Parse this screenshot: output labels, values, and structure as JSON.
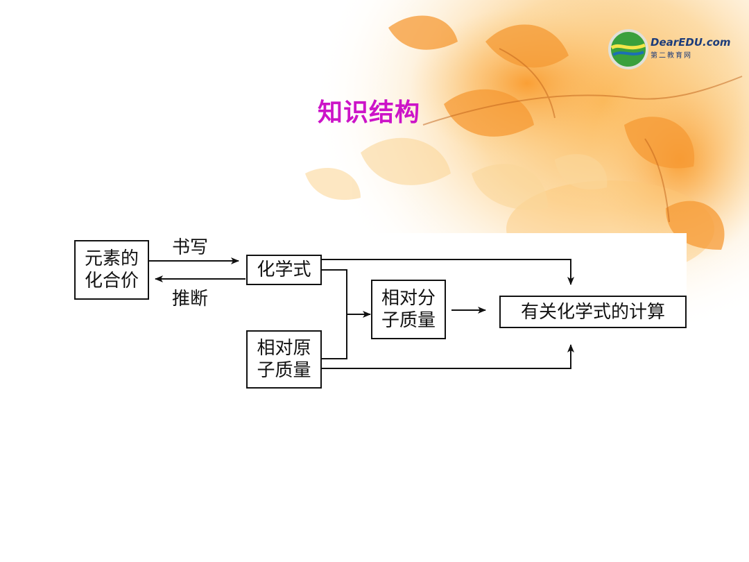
{
  "slide": {
    "title": "知识结构",
    "logo": {
      "brand": "DearEDU.com",
      "subtitle": "第二教育网"
    }
  },
  "diagram": {
    "nodes": {
      "valence": {
        "line1": "元素的",
        "line2": "化合价"
      },
      "formula": {
        "label": "化学式"
      },
      "atomic_mass": {
        "line1": "相对原",
        "line2": "子质量"
      },
      "molecular_mass": {
        "line1": "相对分",
        "line2": "子质量"
      },
      "calculation": {
        "label": "有关化学式的计算"
      }
    },
    "edges": {
      "write": "书写",
      "infer": "推断"
    }
  },
  "colors": {
    "title": "#cc14c8",
    "line": "#111111",
    "leaf_orange": "#f7a23a",
    "leaf_light": "#fbd79a"
  }
}
